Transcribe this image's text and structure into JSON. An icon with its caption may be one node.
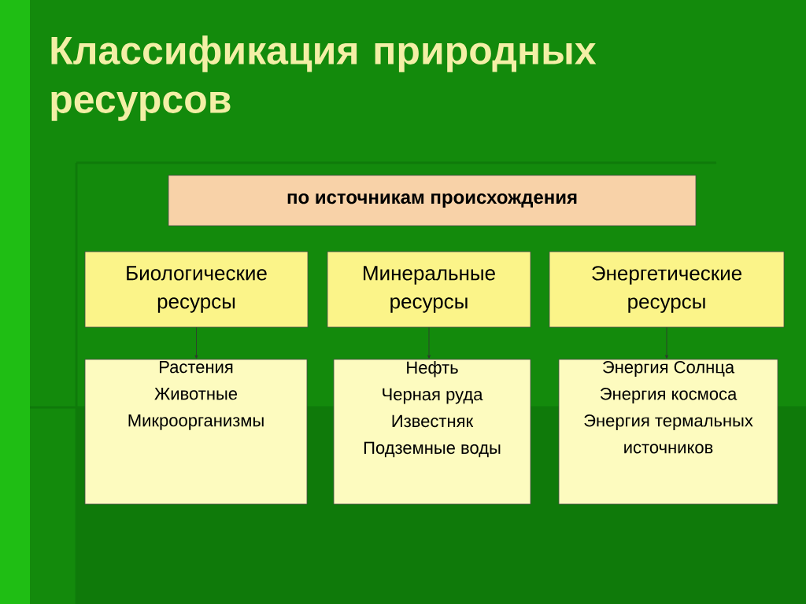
{
  "diagram": {
    "title": "Классификация природных ресурсов",
    "nodes": [
      {
        "text": [
          "по источникам происхождения"
        ]
      },
      {
        "text": [
          "Биологические ресурсы"
        ]
      },
      {
        "text": [
          "Минеральные ресурсы"
        ]
      },
      {
        "text": [
          "Энергетические ресурсы"
        ]
      },
      {
        "text": [
          "Растения",
          "Животные",
          "Микроорганизмы"
        ]
      },
      {
        "text": [
          "Нефть",
          "Черная руда",
          "Известняк",
          "Подземные воды"
        ]
      },
      {
        "text": [
          "Энергия Солнца",
          "Энергия космоса",
          "Энергия термальных источников"
        ]
      }
    ],
    "edges": [
      {
        "from": 1,
        "to": 4,
        "arrow": "to"
      },
      {
        "from": 2,
        "to": 5,
        "arrow": "to"
      },
      {
        "from": 3,
        "to": 6,
        "arrow": "to"
      }
    ]
  }
}
